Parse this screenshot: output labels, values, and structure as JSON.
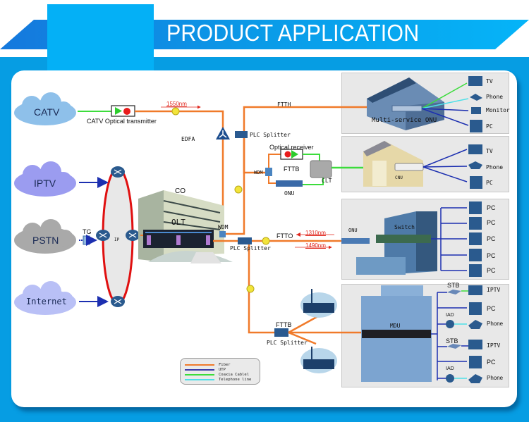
{
  "header": {
    "title": "PRODUCT APPLICATION"
  },
  "colors": {
    "banner_dark": "#1578dd",
    "banner_light": "#04b0f6",
    "background": "#069de3",
    "fiber": "#f07a2a",
    "utp": "#1c2fb0",
    "coax": "#3cdc3c",
    "telephone": "#4ee0e8",
    "ring": "#e01010"
  },
  "sources": [
    {
      "label": "CATV",
      "color": "#8ec0ea"
    },
    {
      "label": "IPTV",
      "color": "#9b9cf0"
    },
    {
      "label": "PSTN",
      "color": "#a9a9a9"
    },
    {
      "label": "Internet",
      "color": "#b9c0f6"
    }
  ],
  "core": {
    "catv_tx_label": "CATV  Optical transmitter",
    "wavelength_1550": "1550nm",
    "edfa_label": "EDFA",
    "tg_label": "TG",
    "ip_label": "IP",
    "co_label": "CO",
    "olt_label": "OLT",
    "wdm_label": "WDM"
  },
  "distribution": {
    "plc_splitter_top": "PLC Splitter",
    "plc_splitter_mid": "PLC Splitter",
    "plc_splitter_bottom": "PLC Splitter",
    "ftth_label": "FTTH",
    "fttb_top_label": "FTTB",
    "fttb_bottom_label": "FTTB",
    "ftto_label": "FTTO",
    "wavelength_1310": "1310nm",
    "wavelength_1490": "1490nm",
    "optical_receiver_label": "Optical receiver",
    "wdm_small_label": "WDM",
    "onu_small_label": "ONU",
    "clt_label": "CLT"
  },
  "scenes": {
    "ftth": {
      "device_label": "Multi-service ONU",
      "endpoints": [
        "TV",
        "Phone",
        "Monitor",
        "PC"
      ]
    },
    "fttb_cnu": {
      "device_label": "CNU",
      "endpoints": [
        "TV",
        "Phone",
        "PC"
      ]
    },
    "ftto": {
      "onu_label": "ONU",
      "switch_label": "Switch",
      "endpoints": [
        "PC",
        "PC",
        "PC",
        "PC",
        "PC"
      ]
    },
    "mdu": {
      "device_label": "MDU",
      "groups": [
        {
          "stb_label": "STB",
          "iad_label": "IAD",
          "endpoints": [
            "IPTV",
            "PC",
            "Phone"
          ]
        },
        {
          "stb_label": "STB",
          "iad_label": "IAD",
          "endpoints": [
            "IPTV",
            "PC",
            "Phone"
          ]
        }
      ]
    }
  },
  "legend": {
    "items": [
      {
        "label": "Fiber",
        "color": "#f07a2a"
      },
      {
        "label": "UTP",
        "color": "#3a3aa8"
      },
      {
        "label": "Coaxia Cablel",
        "color": "#3cdc3c"
      },
      {
        "label": "Telephone line",
        "color": "#4ee0e8"
      }
    ]
  }
}
